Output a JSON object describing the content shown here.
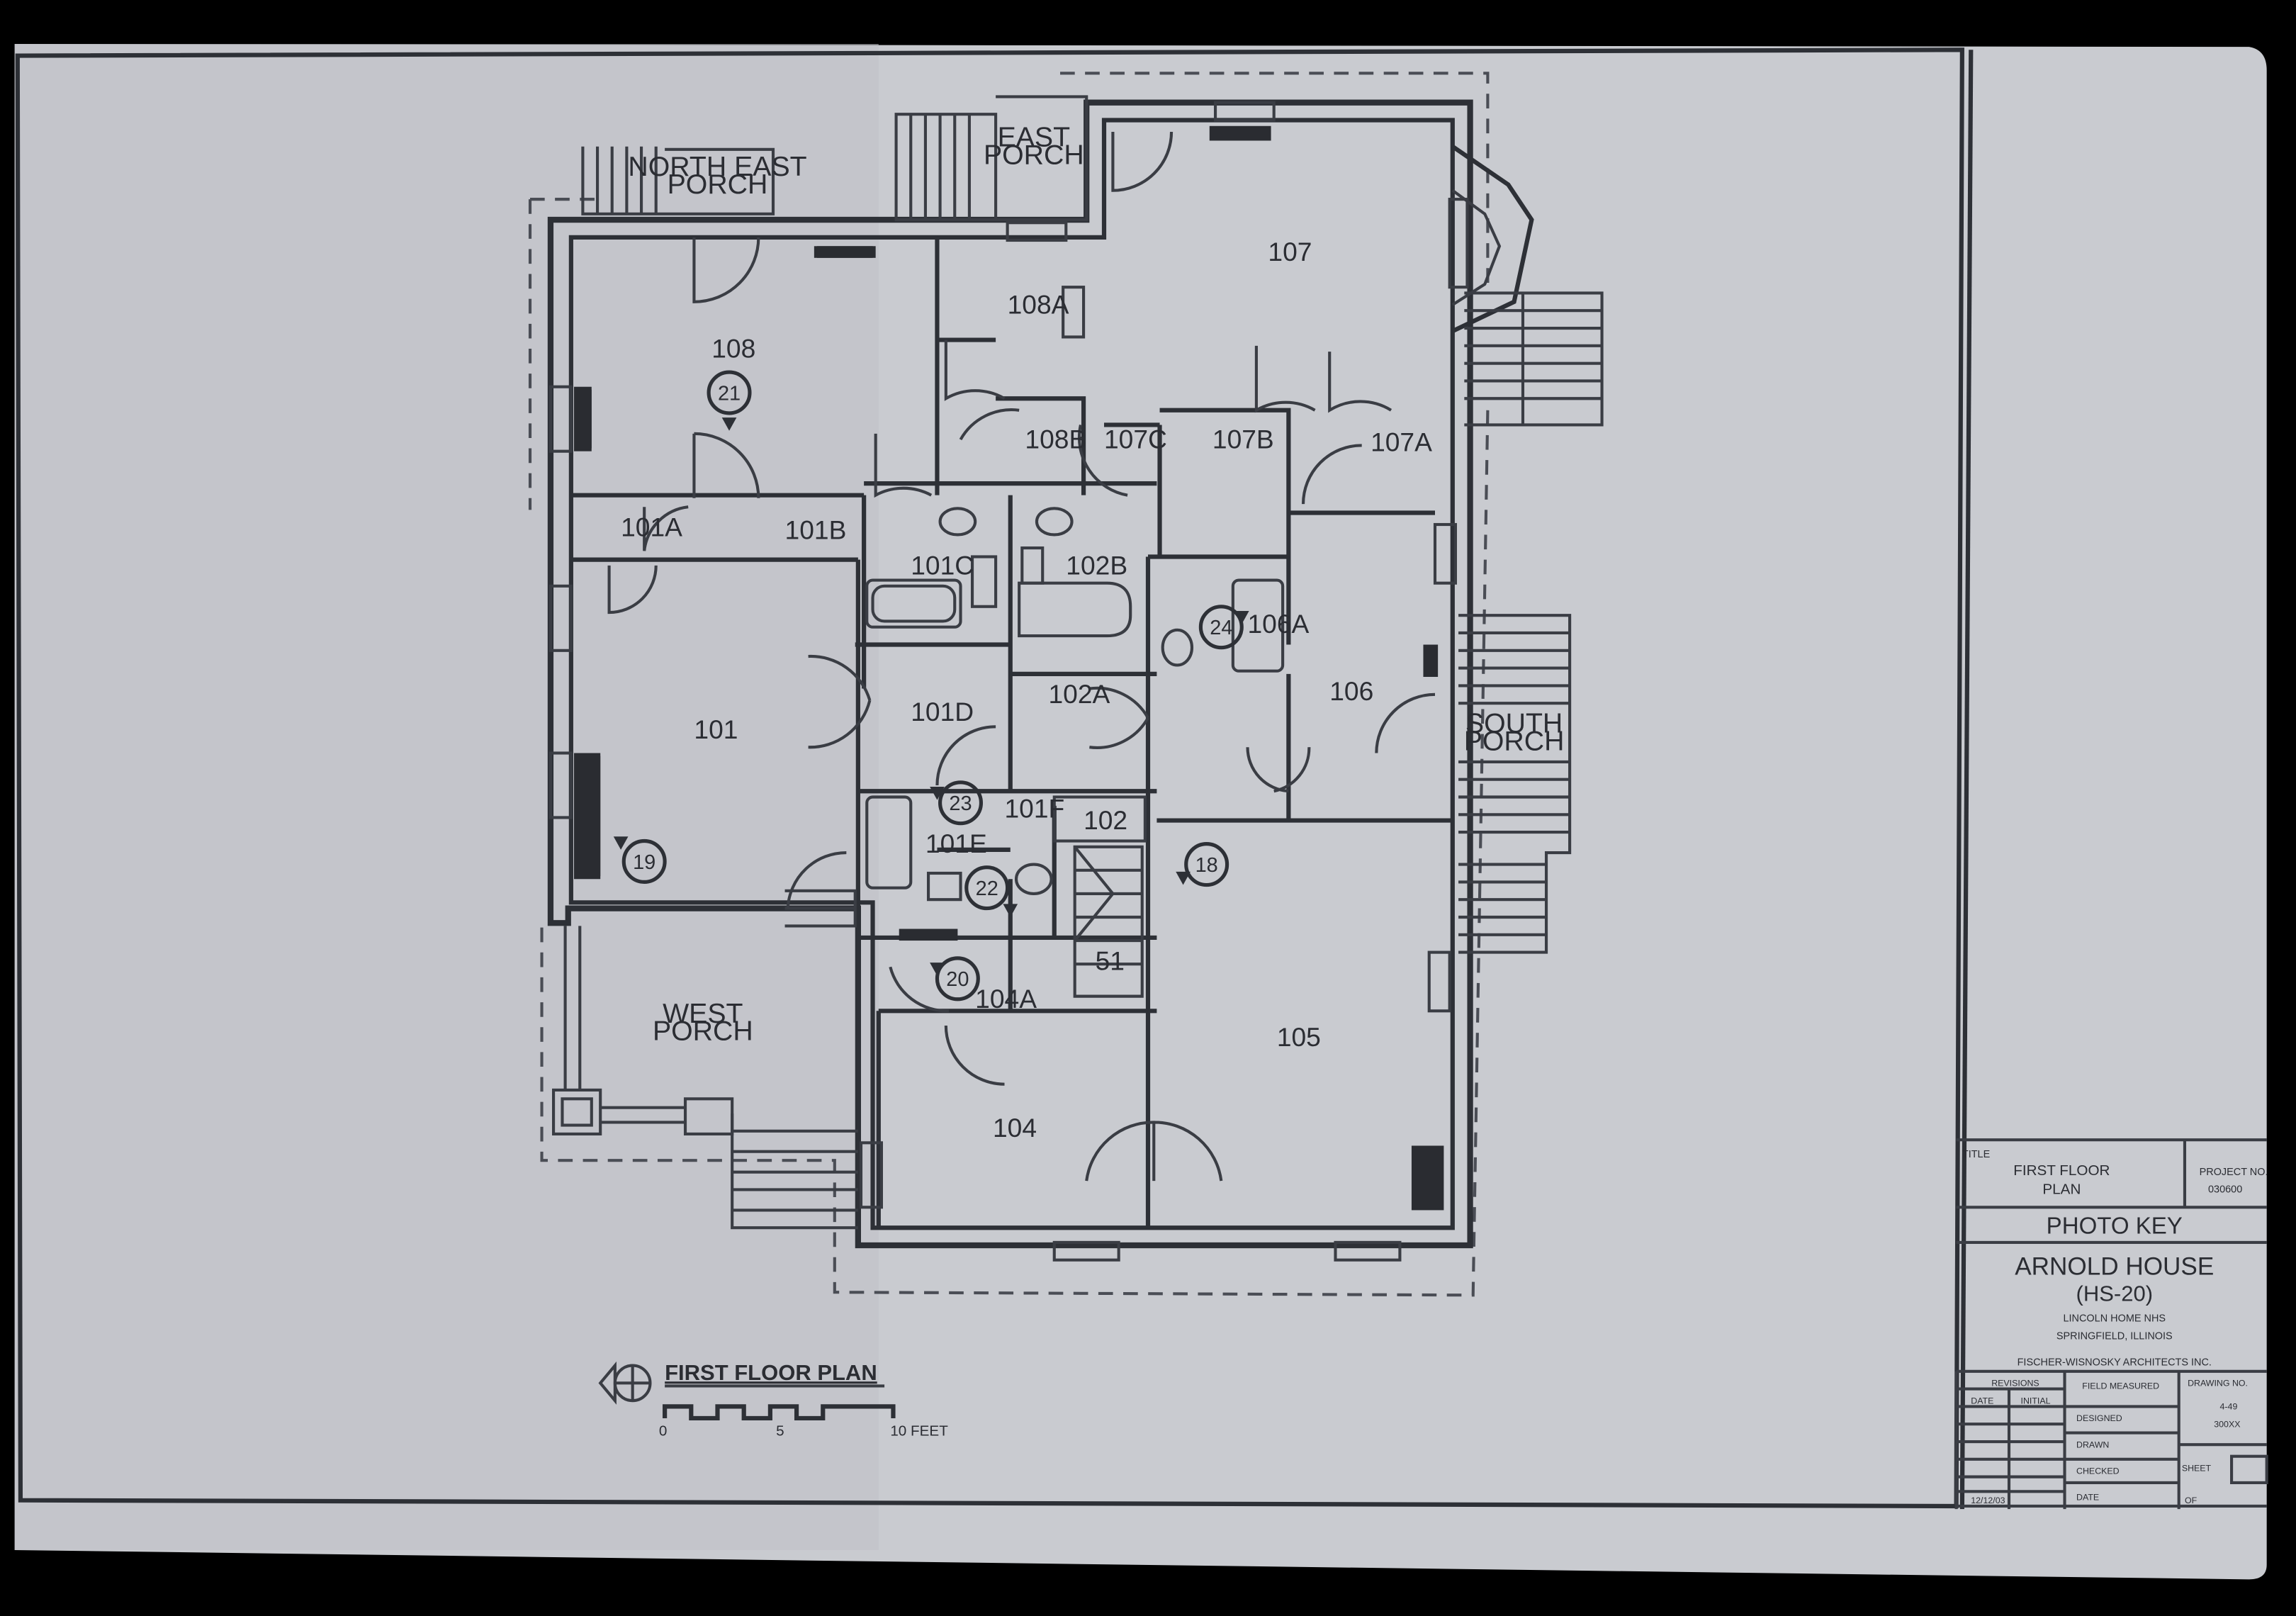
{
  "drawing": {
    "title": "FIRST FLOOR PLAN",
    "scale": {
      "ticks": [
        "0",
        "5",
        "10 FEET"
      ]
    }
  },
  "porches": {
    "north_east": [
      "NORTH EAST",
      "PORCH"
    ],
    "east": [
      "EAST",
      "PORCH"
    ],
    "south": [
      "SOUTH",
      "PORCH"
    ],
    "west": [
      "WEST",
      "PORCH"
    ]
  },
  "rooms": {
    "r108": "108",
    "r108A": "108A",
    "r108B": "108B",
    "r107": "107",
    "r107A": "107A",
    "r107B": "107B",
    "r107C": "107C",
    "r101": "101",
    "r101A": "101A",
    "r101B": "101B",
    "r101C": "101C",
    "r101D": "101D",
    "r101E": "101E",
    "r101F": "101F",
    "r102": "102",
    "r102A": "102A",
    "r102B": "102B",
    "r106": "106",
    "r106A": "106A",
    "r105": "105",
    "r104": "104",
    "r104A": "104A",
    "r51": "51"
  },
  "photo_markers": [
    "18",
    "19",
    "20",
    "21",
    "22",
    "23",
    "24"
  ],
  "title_block": {
    "title_label": "TITLE",
    "title_value": [
      "FIRST FLOOR",
      "PLAN"
    ],
    "project_label": "PROJECT NO.",
    "project_value": "030600",
    "photo_key": "PHOTO KEY",
    "building_name": "ARNOLD HOUSE",
    "building_code": "(HS-20)",
    "site_line1": "LINCOLN HOME NHS",
    "site_line2": "SPRINGFIELD, ILLINOIS",
    "architect": "FISCHER-WISNOSKY ARCHITECTS INC.",
    "revisions": "REVISIONS",
    "date": "DATE",
    "initial": "INITIAL",
    "field_measured": "FIELD MEASURED",
    "designed": "DESIGNED",
    "drawn": "DRAWN",
    "checked": "CHECKED",
    "date2": "DATE",
    "drawing_no": "DRAWING NO.",
    "dwg_value1": "4-49",
    "dwg_value2": "300XX",
    "sheet": "SHEET",
    "of": "OF",
    "issued": "12/12/03"
  }
}
